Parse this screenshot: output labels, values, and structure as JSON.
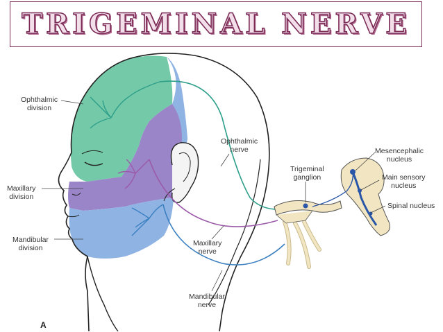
{
  "title": "TRIGEMINAL NERVE",
  "figure_letter": "A",
  "labels": {
    "ophthalmic_division": [
      "Ophthalmic",
      "division"
    ],
    "maxillary_division": [
      "Maxillary",
      "division"
    ],
    "mandibular_division": [
      "Mandibular",
      "division"
    ],
    "ophthalmic_nerve": [
      "Ophthalmic",
      "nerve"
    ],
    "maxillary_nerve": [
      "Maxillary",
      "nerve"
    ],
    "mandibular_nerve": [
      "Mandibular",
      "nerve"
    ],
    "trigeminal_ganglion": [
      "Trigeminal",
      "ganglion"
    ],
    "mesencephalic_nucleus": [
      "Mesencephalic",
      "nucleus"
    ],
    "main_sensory_nucleus": [
      "Main sensory",
      "nucleus"
    ],
    "spinal_nucleus": "Spinal nucleus"
  },
  "colors": {
    "ophthalmic": "#74c9a8",
    "maxillary": "#9b85c9",
    "mandibular": "#8fb3e3",
    "ophthalmic_nerve": "#2e9f8a",
    "maxillary_nerve": "#9a5aa8",
    "mandibular_nerve": "#3a7fc0",
    "title_stroke": "#7a2a55"
  }
}
